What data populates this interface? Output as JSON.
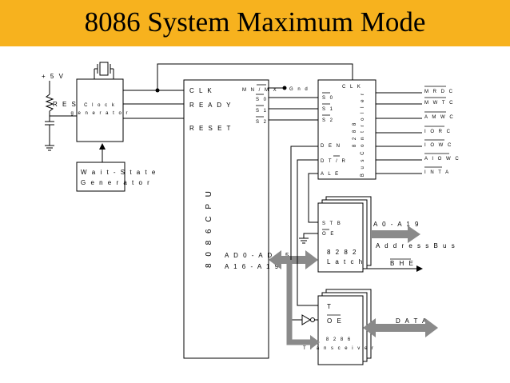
{
  "title": "8086 System Maximum Mode",
  "power": {
    "voltage": "+ 5 V",
    "res": "R E S"
  },
  "clock_generator": {
    "line1": "C l o c k",
    "line2": "g e n e r a t o r"
  },
  "wait_state": {
    "line1": "W a i t - S t a t e",
    "line2": "G e n e r a t o r"
  },
  "cpu": {
    "name": "8 0 8 6   C P U",
    "pins_left": [
      "C L K",
      "R E A D Y",
      "R E S E T"
    ],
    "mn_mx": "M N / M X",
    "pins_status": [
      "S 0",
      "S 1",
      "S 2"
    ],
    "bus_line1": "A D 0 - A D 1 5",
    "bus_line2": "A 1 6 - A 1 9"
  },
  "gnd": "G n d",
  "bus_controller": {
    "clk": "C L K",
    "inputs": [
      "S 0",
      "S 1",
      "S 2"
    ],
    "outputs_left": [
      "D E N",
      "D T / R",
      "A L E"
    ],
    "name_line1": "8 2 8 8",
    "name_line2": "B u s C o n t r o l l e r",
    "outputs_right": [
      "M R D C",
      "M W T C",
      "A M W C",
      "I O R C",
      "I O W C",
      "A I O W C",
      "I N T A"
    ]
  },
  "latch": {
    "stb": "S T B",
    "oe": "O E",
    "name_line1": "8 2 8 2",
    "name_line2": "L a t c h",
    "addr": "A 0 - A 1 9",
    "addr_bus": "A d d r e s s  B u s",
    "bhe": "B H E"
  },
  "transceiver": {
    "t": "T",
    "oe": "O E",
    "name_line1": "8 2 8 6",
    "name_line2": "T r a n s c e i v e r",
    "data": "D A T A"
  }
}
